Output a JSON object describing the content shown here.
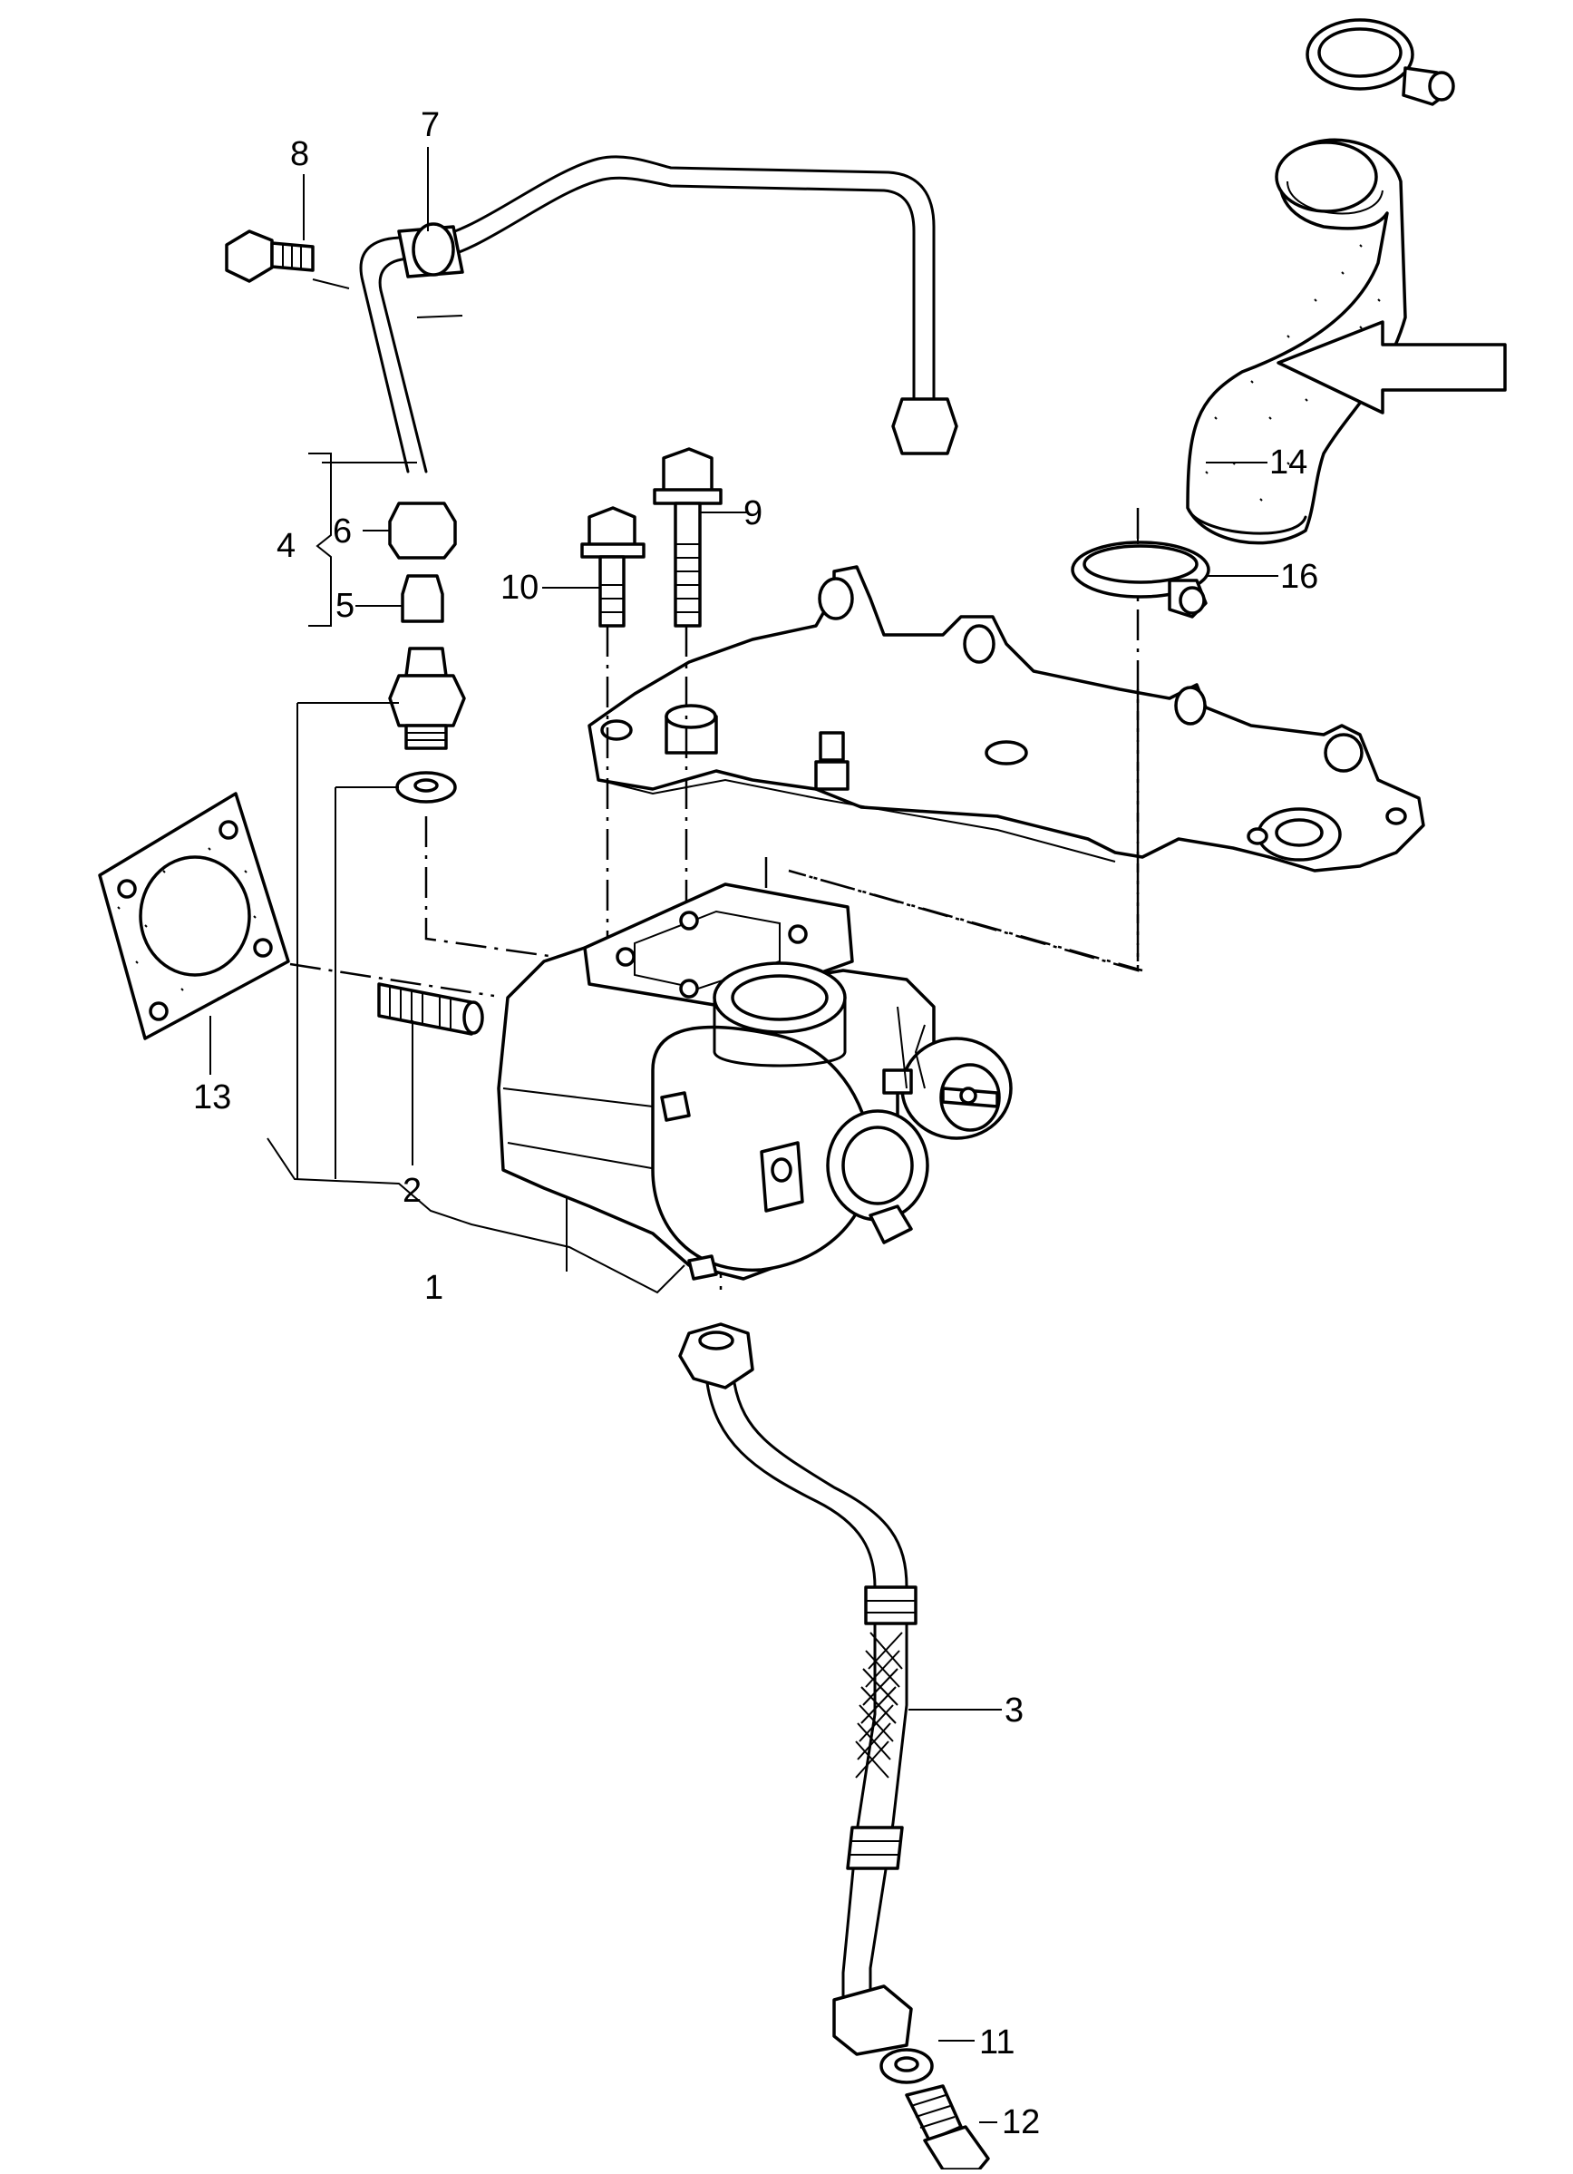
{
  "callouts": {
    "c1": "1",
    "c2": "2",
    "c3": "3",
    "c4": "4",
    "c5": "5",
    "c6": "6",
    "c7": "7",
    "c8": "8",
    "c9": "9",
    "c10": "10",
    "c11": "11",
    "c12": "12",
    "c13": "13",
    "c14": "14",
    "c16": "16"
  },
  "colors": {
    "ink": "#000000",
    "paper": "#ffffff"
  },
  "icons": {
    "pointer": "arrow-left-icon"
  }
}
